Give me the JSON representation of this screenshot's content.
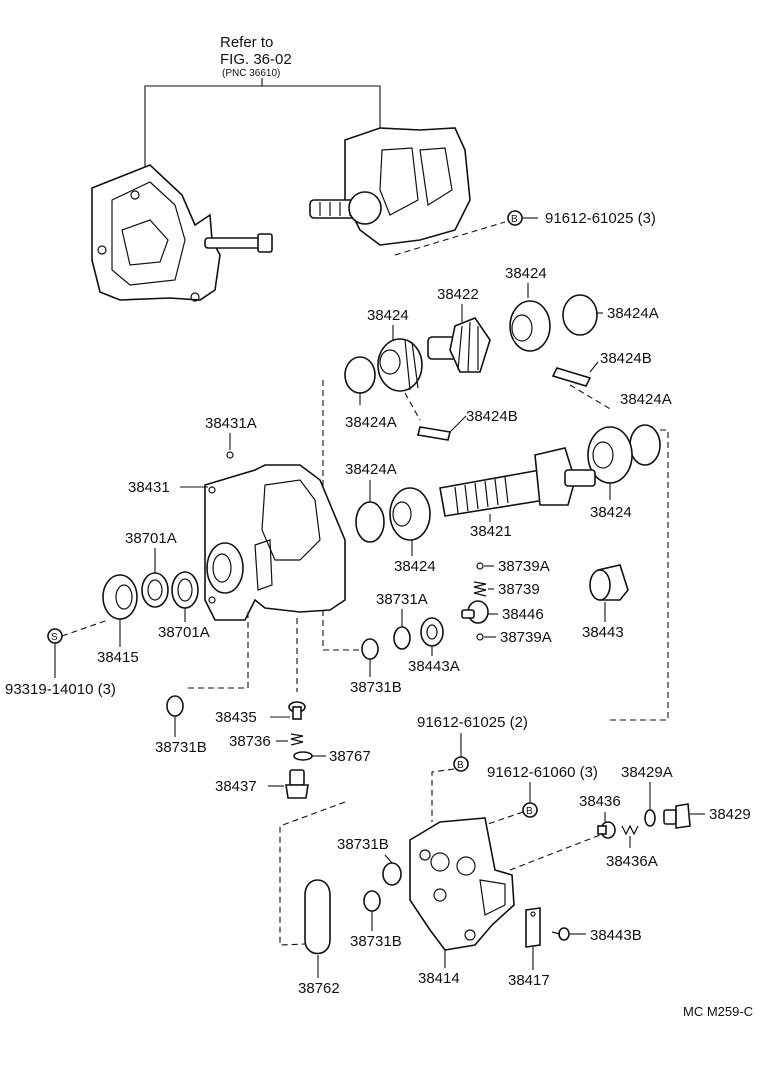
{
  "reference": {
    "line1": "Refer to",
    "line2": "FIG. 36-02",
    "line3": "(PNC 36610)"
  },
  "bolt_markers": {
    "b": "B",
    "s": "S"
  },
  "labels": {
    "p91612_61025_3": "91612-61025 (3)",
    "p38424_a": "38424",
    "p38422": "38422",
    "p38424_b": "38424",
    "p38424A_a": "38424A",
    "p38424B_a": "38424B",
    "p38424A_b": "38424A",
    "p38424B_b": "38424B",
    "p38424A_c": "38424A",
    "p38431A": "38431A",
    "p38424A_d": "38424A",
    "p38431": "38431",
    "p38421": "38421",
    "p38424_c": "38424",
    "p38701A_a": "38701A",
    "p38424_d": "38424",
    "p38739A_a": "38739A",
    "p38739": "38739",
    "p38731A": "38731A",
    "p38446": "38446",
    "p38443": "38443",
    "p38701A_b": "38701A",
    "p38739A_b": "38739A",
    "p38415": "38415",
    "p38443A": "38443A",
    "p93319": "93319-14010 (3)",
    "p38731B_a": "38731B",
    "p38435": "38435",
    "p38731B_b": "38731B",
    "p38736": "38736",
    "p91612_61025_2": "91612-61025 (2)",
    "p38767": "38767",
    "p91612_61060_3": "91612-61060 (3)",
    "p38429A": "38429A",
    "p38437": "38437",
    "p38436": "38436",
    "p38429": "38429",
    "p38731B_c": "38731B",
    "p38436A": "38436A",
    "p38731B_d": "38731B",
    "p38443B": "38443B",
    "p38414": "38414",
    "p38417": "38417",
    "p38762": "38762",
    "diagram_code": "MC M259-C"
  }
}
